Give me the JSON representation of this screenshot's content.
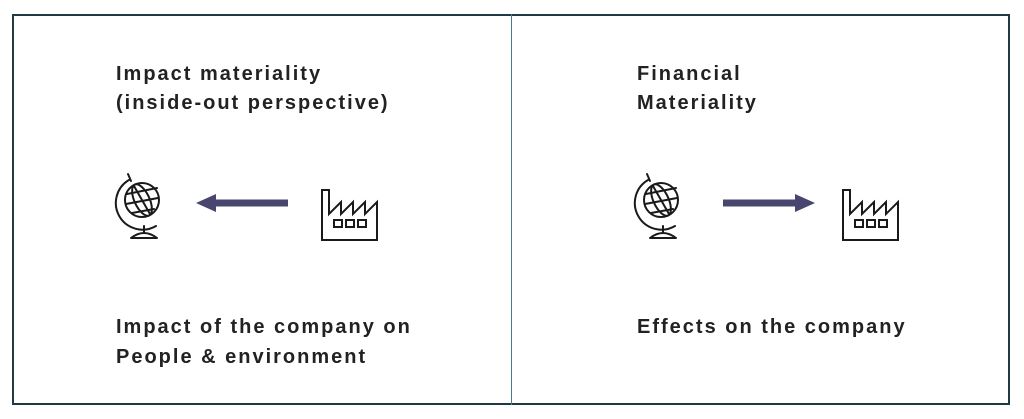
{
  "colors": {
    "frame_border": "#1f3a45",
    "divider": "#4a7a8f",
    "arrow": "#48456e",
    "text": "#222222",
    "icon_stroke": "#1a1a1a"
  },
  "left_panel": {
    "title_lines": [
      "Impact materiality",
      "(inside-out perspective)"
    ],
    "caption_lines": [
      "Impact of the company on",
      "People & environment"
    ],
    "globe_icon": "globe-icon",
    "factory_icon": "factory-icon",
    "arrow_direction": "left"
  },
  "right_panel": {
    "title_lines": [
      "Financial",
      "Materiality"
    ],
    "caption_lines": [
      "Effects on the company"
    ],
    "globe_icon": "globe-icon",
    "factory_icon": "factory-icon",
    "arrow_direction": "right"
  }
}
